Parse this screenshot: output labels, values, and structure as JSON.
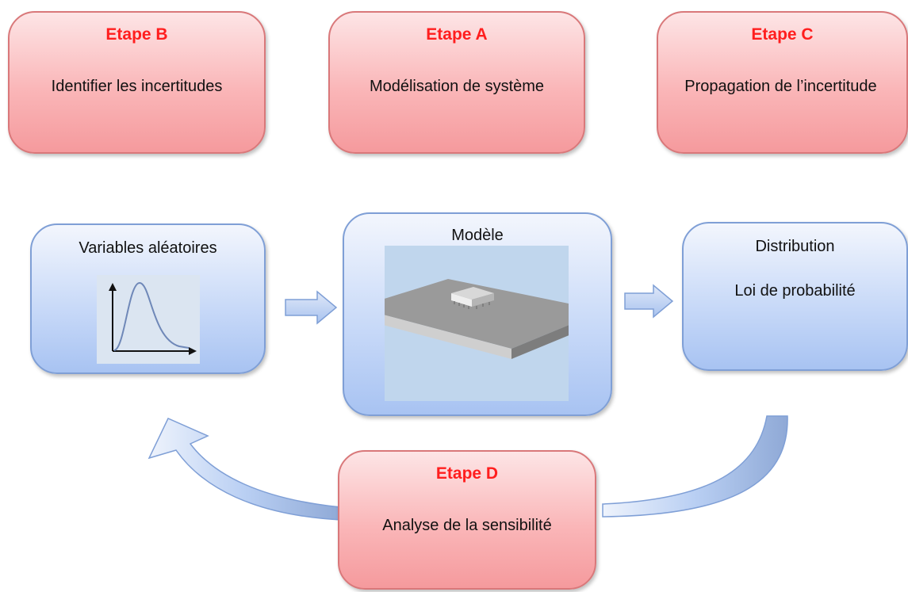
{
  "steps": {
    "b": {
      "title": "Etape B",
      "text": "Identifier les incertitudes"
    },
    "a": {
      "title": "Etape A",
      "text": "Modélisation  de système"
    },
    "c": {
      "title": "Etape C",
      "text": "Propagation de l’incertitude"
    },
    "d": {
      "title": "Etape D",
      "text": "Analyse de la sensibilité"
    }
  },
  "nodes": {
    "variables": {
      "label": "Variables aléatoires"
    },
    "model": {
      "label": "Modèle"
    },
    "distribution": {
      "label": "Distribution",
      "sublabel": "Loi de probabilité"
    }
  },
  "colors": {
    "step_title": "#ff1e1e",
    "pink_fill": "#fab6b8",
    "blue_fill": "#c9daf8",
    "arrow_fill": "#a9c3ef"
  },
  "icons": {
    "variables_graphic": "probability-density-curve",
    "model_graphic": "chip-on-board-3d"
  }
}
